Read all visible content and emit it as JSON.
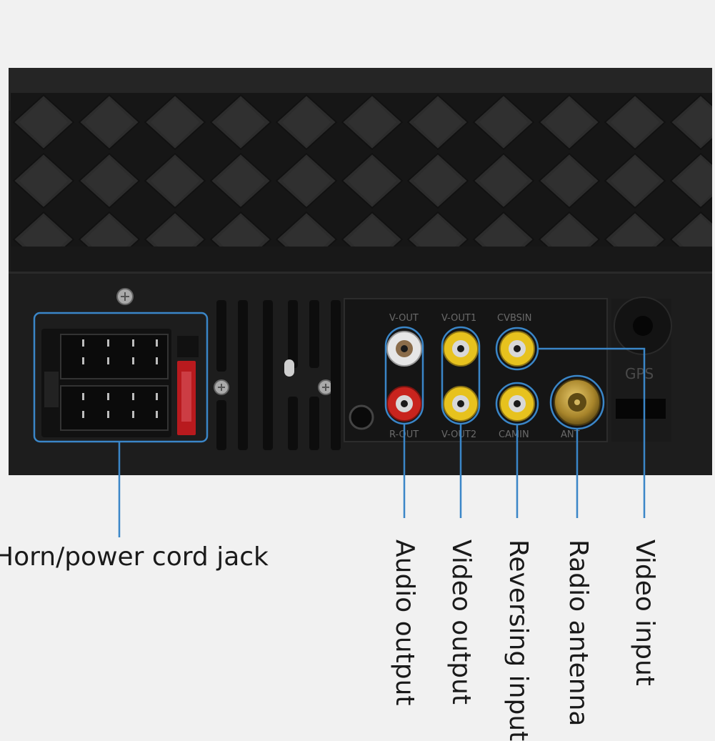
{
  "panel": {
    "jack_labels": {
      "vout": "V-OUT",
      "vout1": "V-OUT1",
      "cvbsin": "CVBSIN",
      "rout": "R-OUT",
      "vout2": "V-OUT2",
      "camin": "CAMIN",
      "ant": "ANT",
      "gps": "GPS"
    }
  },
  "callouts": {
    "horn_power": "Horn/power cord jack",
    "audio_output": "Audio output",
    "video_output": "Video output",
    "reversing_input": "Reversing input",
    "radio_antenna": "Radio antenna",
    "video_input": "Video input"
  },
  "colors": {
    "background": "#f1f1f1",
    "unit_body": "#1c1c1c",
    "callout_line": "#3a86c8",
    "rca_yellow": "#e7c21e",
    "rca_red": "#c8241e",
    "rca_white": "#e6e6e6",
    "antenna_gold": "#b8962e"
  }
}
